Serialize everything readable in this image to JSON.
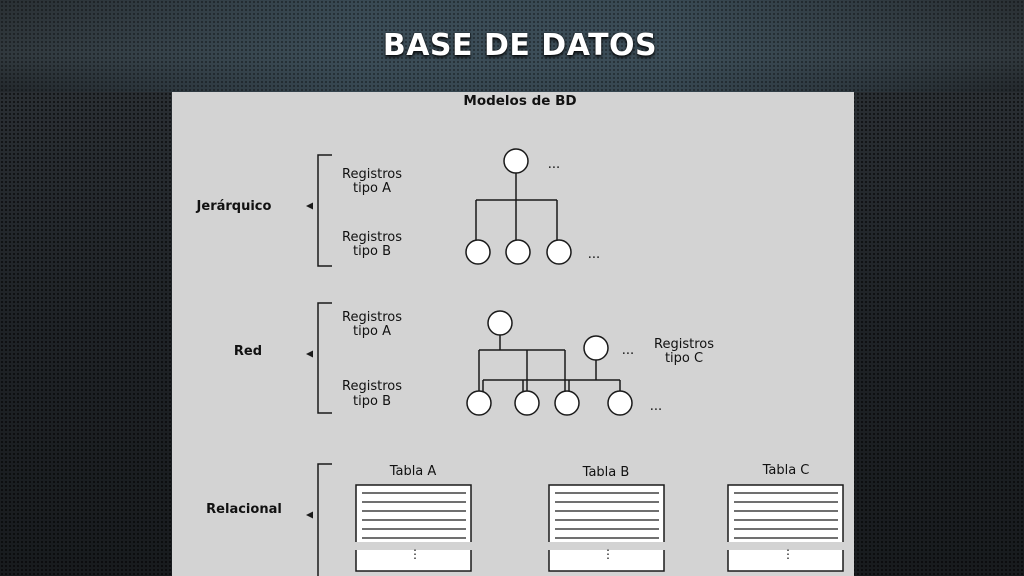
{
  "slide": {
    "title": "BASE DE DATOS"
  },
  "diagram": {
    "heading": "Modelos de BD",
    "hierarchical": {
      "label": "Jerárquico",
      "record_a": [
        "Registros",
        "tipo A"
      ],
      "record_b": [
        "Registros",
        "tipo B"
      ],
      "ellipsis": "..."
    },
    "network": {
      "label": "Red",
      "record_a": [
        "Registros",
        "tipo A"
      ],
      "record_b": [
        "Registros",
        "tipo B"
      ],
      "record_c": [
        "Registros",
        "tipo C"
      ],
      "ellipsis": "..."
    },
    "relational": {
      "label": "Relacional",
      "tables": [
        "Tabla A",
        "Tabla B",
        "Tabla C"
      ],
      "vertical_ellipsis": "⋮"
    }
  },
  "colors": {
    "panel_background": "#d3d3d3",
    "line": "#1a1a1a",
    "title_text": "#ffffff"
  }
}
